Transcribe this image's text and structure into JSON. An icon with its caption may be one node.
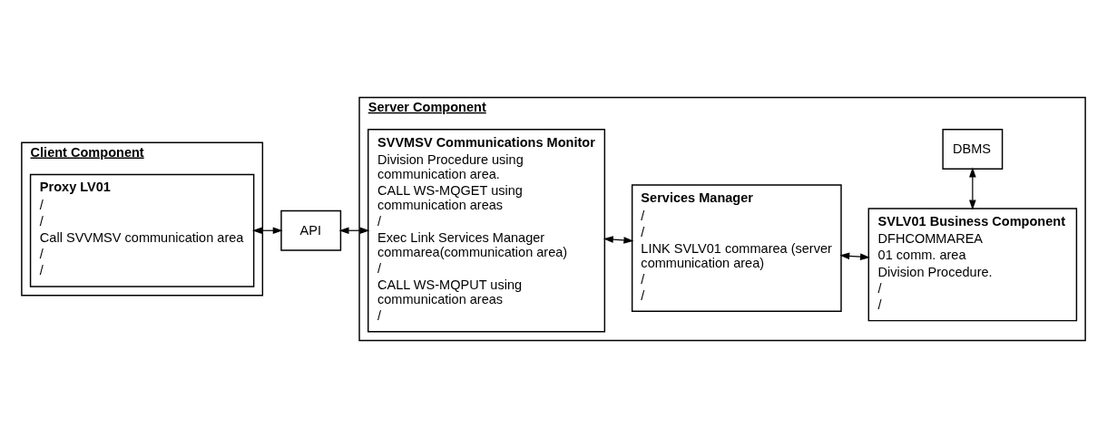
{
  "diagram": {
    "nodes": [
      {
        "text": [
          "Client Component"
        ]
      },
      {
        "text": [
          "Proxy LV01",
          "/",
          "/",
          "Call SVVMSV communication area",
          "/",
          "/"
        ],
        "in": 0
      },
      {
        "text": [
          "API"
        ]
      },
      {
        "text": [
          "Server Component"
        ]
      },
      {
        "text": [
          "SVVMSV Communications Monitor",
          "Division Procedure using communication area.",
          "CALL WS-MQGET using communication areas",
          "/",
          "Exec Link Services Manager commarea(communication area)",
          "/",
          "CALL WS-MQPUT using communication areas",
          "/"
        ],
        "in": 3
      },
      {
        "text": [
          "Services Manager",
          "/",
          "/",
          "LINK SVLV01 commarea (server communication area)",
          "/",
          "/"
        ],
        "in": 3
      },
      {
        "text": [
          "SVLV01 Business Component",
          "DFHCOMMAREA",
          "01 comm. area",
          "Division Procedure.",
          "/",
          "/"
        ],
        "in": 3
      },
      {
        "text": [
          "DBMS"
        ],
        "in": 3
      }
    ],
    "edges": [
      {
        "from": 1,
        "to": 2,
        "arrow": "both"
      },
      {
        "from": 2,
        "to": 4,
        "arrow": "both"
      },
      {
        "from": 4,
        "to": 5,
        "arrow": "both"
      },
      {
        "from": 5,
        "to": 6,
        "arrow": "both"
      },
      {
        "from": 6,
        "to": 7,
        "arrow": "both"
      }
    ]
  }
}
